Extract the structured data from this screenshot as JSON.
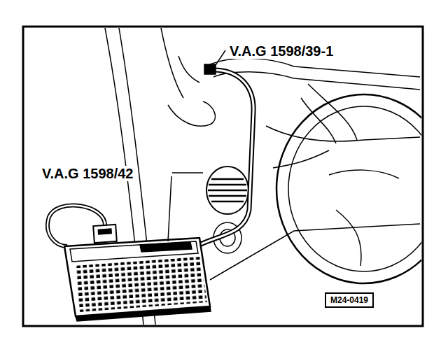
{
  "diagram": {
    "labels": [
      "V.A.G 1598/39-1",
      "V.A.G 1598/42",
      "M24-0419"
    ]
  }
}
